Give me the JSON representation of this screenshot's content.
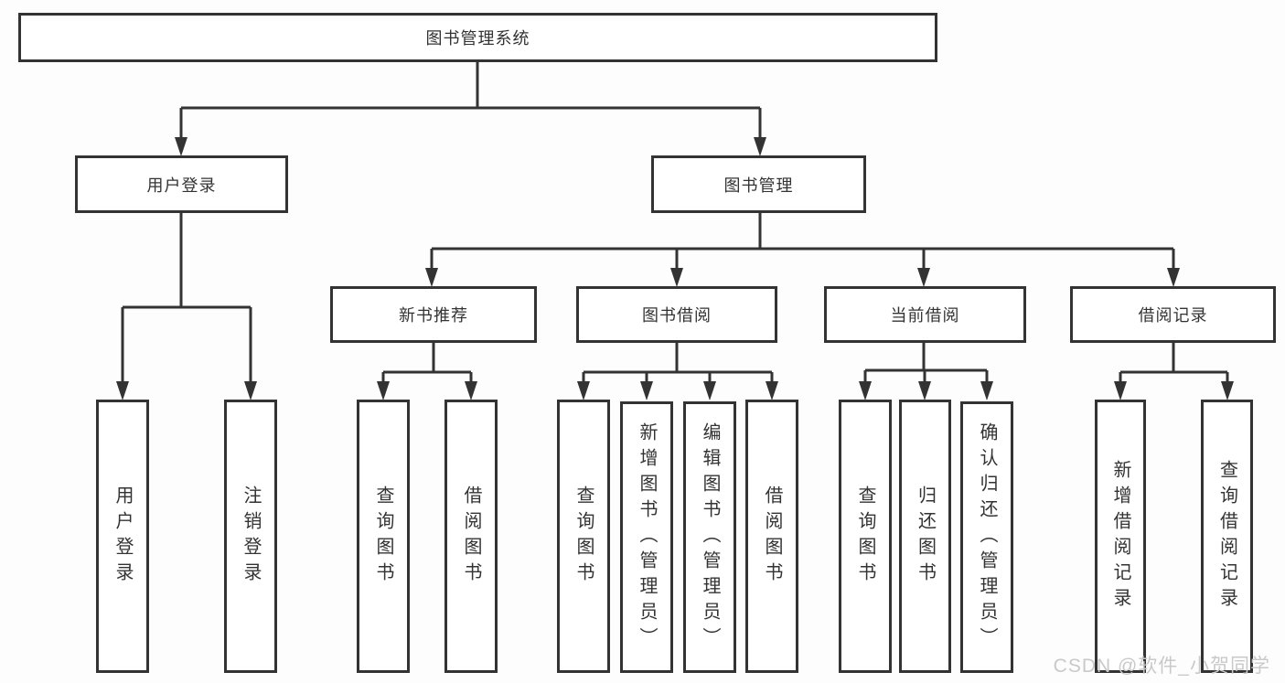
{
  "diagram": {
    "type": "hierarchy-tree",
    "orientation": "top-down",
    "colors": {
      "line": "#333333",
      "box_border": "#333333",
      "box_fill": "#ffffff",
      "text": "#333333",
      "watermark": "#c9c9c9",
      "background": "#fdfdfd"
    }
  },
  "tree": {
    "root": {
      "label": "图书管理系统"
    },
    "level2": [
      {
        "label": "用户登录",
        "children": [
          {
            "label": "用户登录"
          },
          {
            "label": "注销登录"
          }
        ]
      },
      {
        "label": "图书管理",
        "children": [
          {
            "label": "新书推荐",
            "children": [
              {
                "label": "查询图书"
              },
              {
                "label": "借阅图书"
              }
            ]
          },
          {
            "label": "图书借阅",
            "children": [
              {
                "label": "查询图书"
              },
              {
                "label": "新增图书（管理员）"
              },
              {
                "label": "编辑图书（管理员）"
              },
              {
                "label": "借阅图书"
              }
            ]
          },
          {
            "label": "当前借阅",
            "children": [
              {
                "label": "查询图书"
              },
              {
                "label": "归还图书"
              },
              {
                "label": "确认归还（管理员）"
              }
            ]
          },
          {
            "label": "借阅记录",
            "children": [
              {
                "label": "新增借阅记录"
              },
              {
                "label": "查询借阅记录"
              }
            ]
          }
        ]
      }
    ]
  },
  "watermark": "CSDN @软件_小贺同学"
}
